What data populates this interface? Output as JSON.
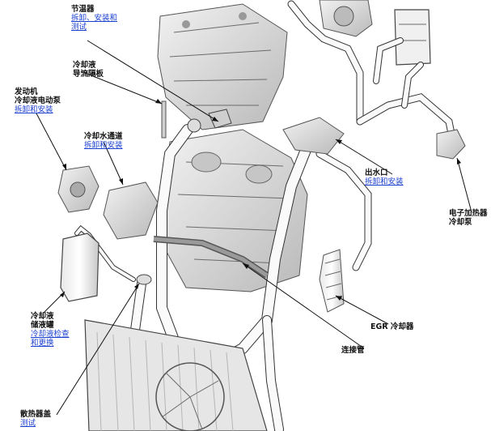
{
  "labels": {
    "thermostat": {
      "title": "节温器",
      "links": [
        "拆卸、安装和",
        "测试"
      ]
    },
    "coolant_baffle": {
      "title_lines": [
        "冷却液",
        "导流隔板"
      ]
    },
    "electric_pump": {
      "title_lines": [
        "发动机",
        "冷却液电动泵"
      ],
      "link": "拆卸和安装"
    },
    "water_passage": {
      "title": "冷却水通道",
      "link": "拆卸和安装"
    },
    "water_outlet": {
      "title": "出水口",
      "link": "拆卸和安装"
    },
    "heater_pump": {
      "title_lines": [
        "电子加热器",
        "冷却泵"
      ]
    },
    "reservoir": {
      "title_lines": [
        "冷却液",
        "储液罐"
      ],
      "links": [
        "冷却液检查",
        "和更换"
      ]
    },
    "egr_cooler": {
      "title": "EGR 冷却器"
    },
    "connecting_pipe": {
      "title": "连接管"
    },
    "radiator_cap": {
      "title": "散热器盖",
      "link": "测试"
    }
  },
  "colors": {
    "link": "#1a3fd0",
    "line": "#222222",
    "part_fill": "#d9d9d9"
  }
}
